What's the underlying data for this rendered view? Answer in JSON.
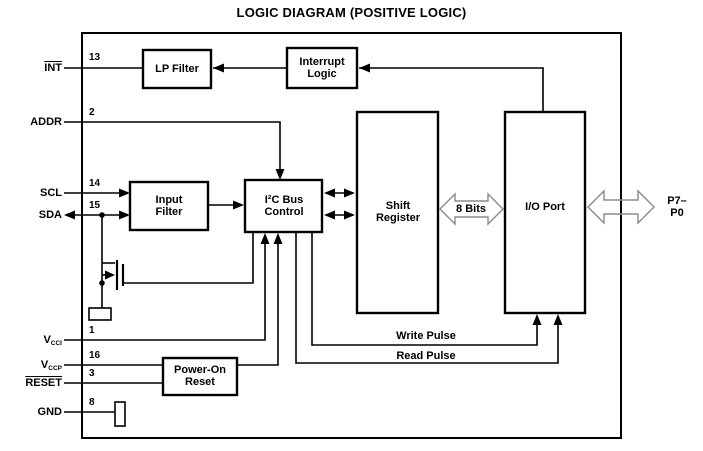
{
  "labels": {
    "title": "LOGIC DIAGRAM (POSITIVE LOGIC)",
    "bits": "8 Bits",
    "write_pulse": "Write Pulse",
    "read_pulse": "Read Pulse",
    "port_bus": "P7–P0"
  },
  "blocks": {
    "lp_filter": "LP Filter",
    "interrupt_logic": "Interrupt\nLogic",
    "input_filter": "Input\nFilter",
    "i2c_bus_control": "I²C Bus\nControl",
    "shift_register": "Shift\nRegister",
    "io_port": "I/O Port",
    "power_on_reset": "Power-On\nReset"
  },
  "pins": {
    "int": {
      "name": "INT",
      "number": "13"
    },
    "addr": {
      "name": "ADDR",
      "number": "2"
    },
    "scl": {
      "name": "SCL",
      "number": "14"
    },
    "sda": {
      "name": "SDA",
      "number": "15"
    },
    "vcci": {
      "base": "V",
      "sub": "CCI",
      "number": "1"
    },
    "vccp": {
      "base": "V",
      "sub": "CCP",
      "number": "16"
    },
    "reset": {
      "name": "RESET",
      "number": "3"
    },
    "gnd": {
      "name": "GND",
      "number": "8"
    }
  },
  "colors": {
    "line": "#000000",
    "bus_outline": "#8c8c8c",
    "background": "#ffffff"
  }
}
